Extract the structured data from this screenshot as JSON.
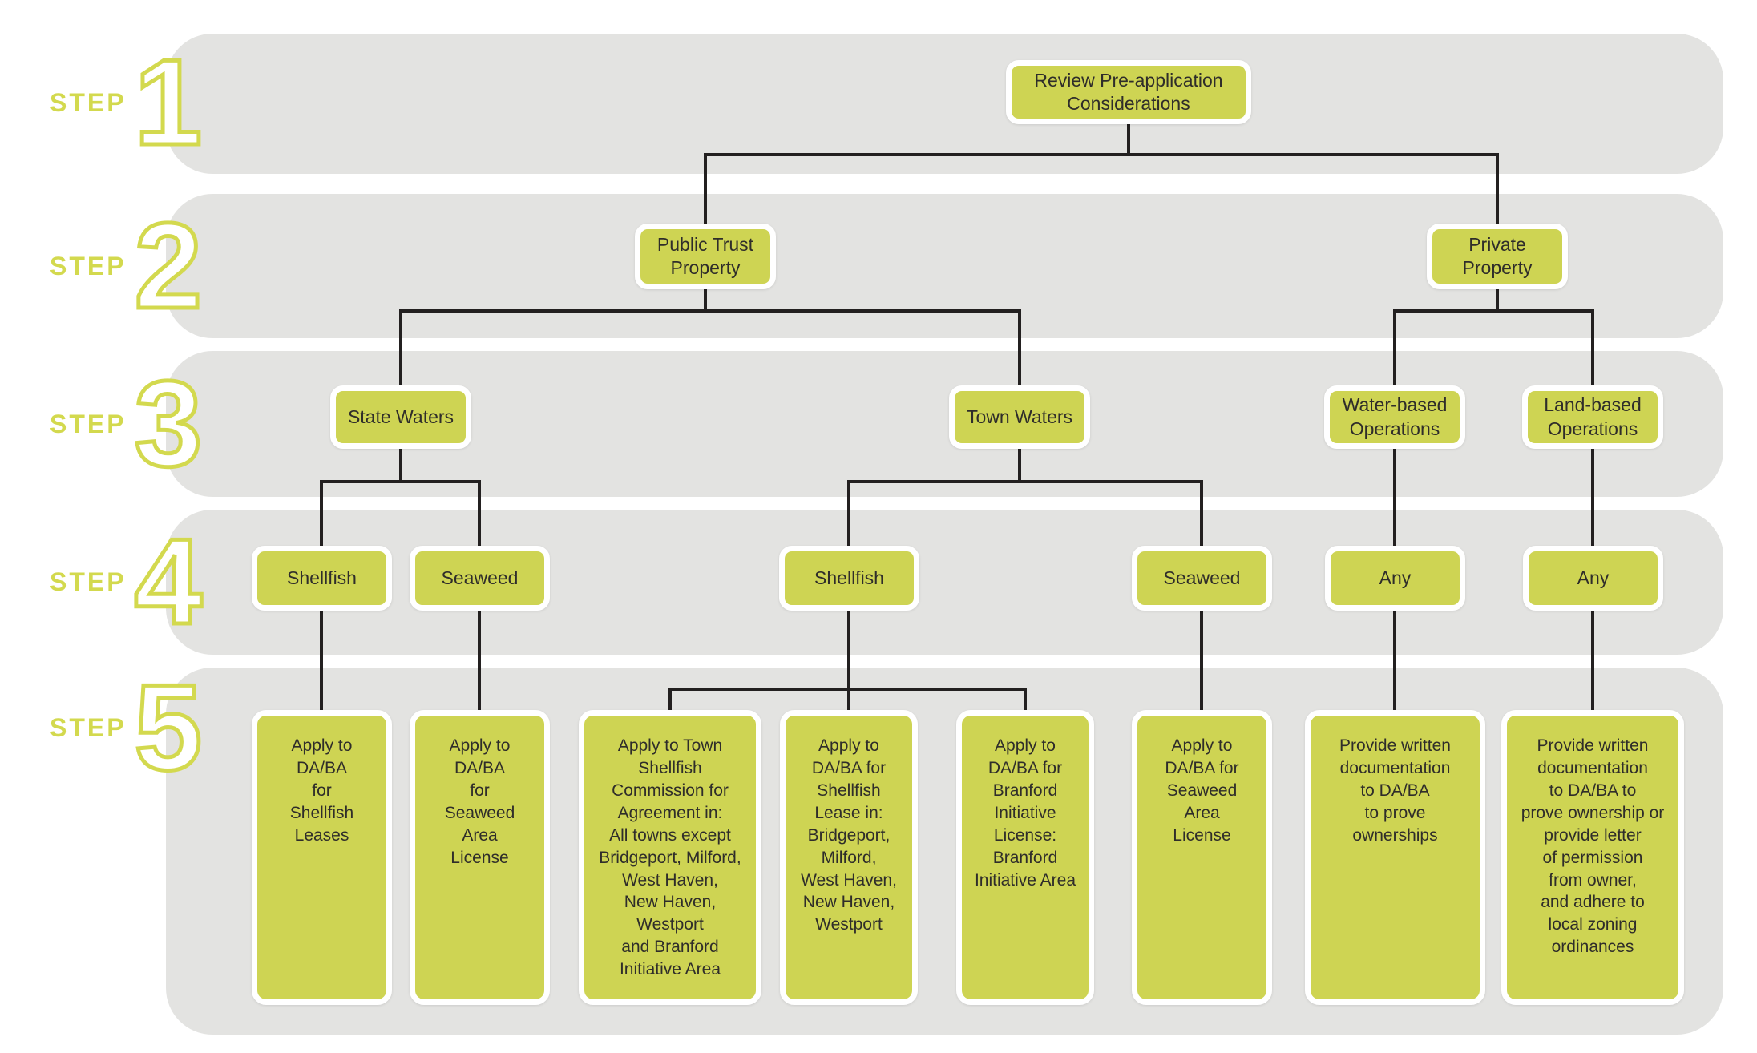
{
  "palette": {
    "band_gray": "#e3e3e1",
    "box_green": "#ced453",
    "accent_green": "#d3d94e",
    "line_dark": "#232020",
    "text_dark": "#2f2d2a"
  },
  "steps": [
    {
      "word": "STEP",
      "number": "1"
    },
    {
      "word": "STEP",
      "number": "2"
    },
    {
      "word": "STEP",
      "number": "3"
    },
    {
      "word": "STEP",
      "number": "4"
    },
    {
      "word": "STEP",
      "number": "5"
    }
  ],
  "nodes": {
    "review": "Review Pre-application\nConsiderations",
    "public_trust": "Public Trust\nProperty",
    "private_property": "Private\nProperty",
    "state_waters": "State Waters",
    "town_waters": "Town Waters",
    "water_based": "Water-based\nOperations",
    "land_based": "Land-based\nOperations",
    "shellfish_state": "Shellfish",
    "seaweed_state": "Seaweed",
    "shellfish_town": "Shellfish",
    "seaweed_town": "Seaweed",
    "any_water": "Any",
    "any_land": "Any",
    "apply_shellfish_leases": "Apply to\nDA/BA\nfor\nShellfish\nLeases",
    "apply_seaweed_state": "Apply to\nDA/BA\nfor\nSeaweed\nArea\nLicense",
    "apply_town_commission": "Apply to Town\nShellfish\nCommission for\nAgreement in:\nAll towns except\nBridgeport, Milford,\nWest Haven,\nNew Haven,\nWestport\nand Branford\nInitiative Area",
    "apply_shellfish_lease_towns": "Apply to\nDA/BA for\nShellfish\nLease in:\nBridgeport,\nMilford,\nWest Haven,\nNew Haven,\nWestport",
    "apply_branford": "Apply to\nDA/BA for\nBranford\nInitiative\nLicense:\nBranford\nInitiative Area",
    "apply_seaweed_town": "Apply to\nDA/BA for\nSeaweed\nArea\nLicense",
    "provide_ownership": "Provide written\ndocumentation\nto DA/BA\nto prove\nownerships",
    "provide_ownership_or_permission": "Provide written\ndocumentation\nto DA/BA to\nprove ownership or\nprovide  letter\nof permission\nfrom owner,\nand adhere to\nlocal zoning\nordinances"
  }
}
